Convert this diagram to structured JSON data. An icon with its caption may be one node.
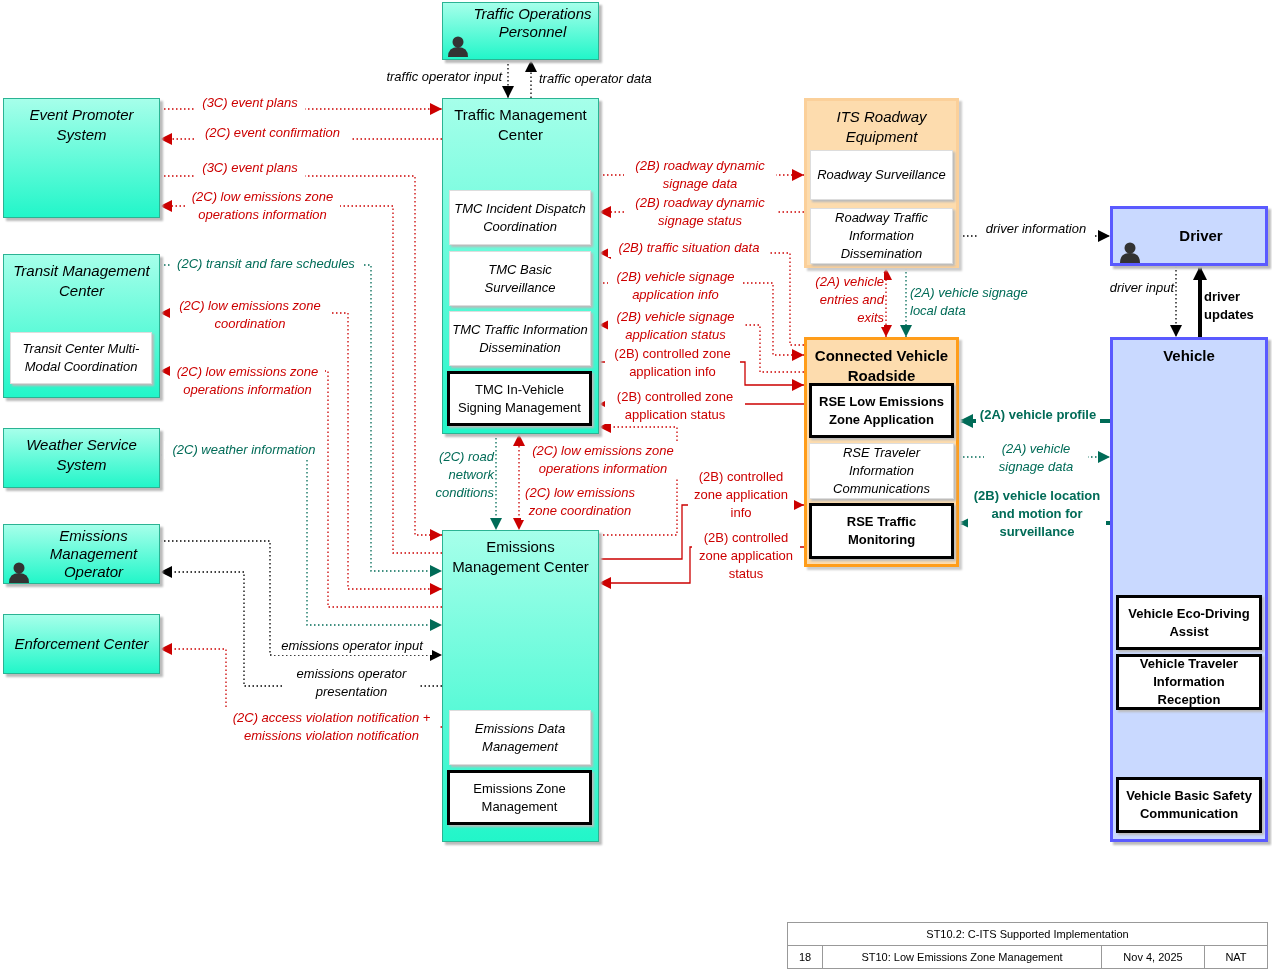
{
  "diagram": {
    "nodes": [
      {
        "text": [
          "Traffic Operations Personnel"
        ]
      },
      {
        "text": [
          "Event Promoter System"
        ]
      },
      {
        "text": [
          "Transit Management Center"
        ]
      },
      {
        "text": [
          "Transit Center Multi-Modal Coordination"
        ],
        "in": 2
      },
      {
        "text": [
          "Weather Service System"
        ]
      },
      {
        "text": [
          "Emissions Management Operator"
        ]
      },
      {
        "text": [
          "Enforcement Center"
        ]
      },
      {
        "text": [
          "Traffic Management Center"
        ]
      },
      {
        "text": [
          "TMC Incident Dispatch Coordination"
        ],
        "in": 7
      },
      {
        "text": [
          "TMC Basic Surveillance"
        ],
        "in": 7
      },
      {
        "text": [
          "TMC Traffic Information Dissemination"
        ],
        "in": 7
      },
      {
        "text": [
          "TMC In-Vehicle Signing Management"
        ],
        "in": 7
      },
      {
        "text": [
          "Emissions Management Center"
        ]
      },
      {
        "text": [
          "Emissions Data Management"
        ],
        "in": 12
      },
      {
        "text": [
          "Emissions Zone Management"
        ],
        "in": 12
      },
      {
        "text": [
          "ITS Roadway Equipment"
        ]
      },
      {
        "text": [
          "Roadway Surveillance"
        ],
        "in": 15
      },
      {
        "text": [
          "Roadway Traffic Information Dissemination"
        ],
        "in": 15
      },
      {
        "text": [
          "Connected Vehicle Roadside"
        ]
      },
      {
        "text": [
          "RSE Low Emissions Zone Application"
        ],
        "in": 18
      },
      {
        "text": [
          "RSE Traveler Information Communications"
        ],
        "in": 18
      },
      {
        "text": [
          "RSE Traffic Monitoring"
        ],
        "in": 18
      },
      {
        "text": [
          "Driver"
        ]
      },
      {
        "text": [
          "Vehicle"
        ]
      },
      {
        "text": [
          "Vehicle Eco-Driving Assist"
        ],
        "in": 23
      },
      {
        "text": [
          "Vehicle Traveler Information Reception"
        ],
        "in": 23
      },
      {
        "text": [
          "Vehicle Basic Safety Communication"
        ],
        "in": 23
      }
    ],
    "edges": [
      {
        "from": 0,
        "to": 7,
        "arrow": "to",
        "label": "traffic operator input",
        "style": "dashed",
        "color": "#000000"
      },
      {
        "from": 7,
        "to": 0,
        "arrow": "to",
        "label": "traffic operator data",
        "style": "dashed",
        "color": "#000000"
      },
      {
        "from": 1,
        "to": 7,
        "arrow": "to",
        "label": "(3C) event plans",
        "style": "dashed"
      },
      {
        "from": 7,
        "to": 1,
        "arrow": "to",
        "label": "(2C) event confirmation",
        "style": "dashed"
      },
      {
        "from": 1,
        "to": 12,
        "arrow": "to",
        "label": "(3C) event plans",
        "style": "dashed"
      },
      {
        "from": 12,
        "to": 1,
        "arrow": "to",
        "label": "(2C) low emissions zone operations information",
        "style": "dashed"
      },
      {
        "from": 2,
        "to": 12,
        "arrow": "to",
        "label": "(2C) transit and fare schedules",
        "style": "dashed",
        "color": "#006b57"
      },
      {
        "from": 2,
        "to": 12,
        "arrow": "both",
        "label": "(2C) low emissions zone coordination",
        "style": "dashed"
      },
      {
        "from": 12,
        "to": 2,
        "arrow": "to",
        "label": "(2C) low emissions zone operations information",
        "style": "dashed"
      },
      {
        "from": 4,
        "to": 12,
        "arrow": "to",
        "label": "(2C) weather information",
        "style": "dashed",
        "color": "#006b57"
      },
      {
        "from": 12,
        "to": 5,
        "arrow": "to",
        "label": "emissions operator presentation",
        "style": "dashed",
        "color": "#000000"
      },
      {
        "from": 5,
        "to": 12,
        "arrow": "to",
        "label": "emissions operator input",
        "style": "dashed",
        "color": "#000000"
      },
      {
        "from": 12,
        "to": 6,
        "arrow": "to",
        "label": "(2C) access violation notification + emissions violation notification",
        "style": "dashed"
      },
      {
        "from": 7,
        "to": 12,
        "arrow": "to",
        "label": "(2C) road network conditions",
        "style": "dashed",
        "color": "#006b57"
      },
      {
        "from": 7,
        "to": 12,
        "arrow": "both",
        "label": "(2C) low emissions zone coordination",
        "style": "dashed"
      },
      {
        "from": 12,
        "to": 7,
        "arrow": "to",
        "label": "(2C) low emissions zone operations information",
        "style": "dashed"
      },
      {
        "from": 7,
        "to": 15,
        "arrow": "to",
        "label": "(2B) roadway dynamic signage data",
        "style": "dashed"
      },
      {
        "from": 15,
        "to": 7,
        "arrow": "to",
        "label": "(2B) roadway dynamic signage status",
        "style": "dashed"
      },
      {
        "from": 18,
        "to": 7,
        "arrow": "to",
        "label": "(2B) traffic situation data",
        "style": "dashed"
      },
      {
        "from": 7,
        "to": 18,
        "arrow": "to",
        "label": "(2B) vehicle signage application info",
        "style": "dashed"
      },
      {
        "from": 18,
        "to": 7,
        "arrow": "to",
        "label": "(2B) vehicle signage application status",
        "style": "dashed"
      },
      {
        "from": 7,
        "to": 18,
        "arrow": "to",
        "label": "(2B) controlled zone application info"
      },
      {
        "from": 18,
        "to": 7,
        "arrow": "to",
        "label": "(2B) controlled zone application status"
      },
      {
        "from": 12,
        "to": 18,
        "arrow": "to",
        "label": "(2B) controlled zone application info"
      },
      {
        "from": 18,
        "to": 12,
        "arrow": "to",
        "label": "(2B) controlled zone application status"
      },
      {
        "from": 18,
        "to": 15,
        "arrow": "both",
        "label": "(2A) vehicle entries and exits",
        "style": "dashed"
      },
      {
        "from": 15,
        "to": 18,
        "arrow": "to",
        "label": "(2A) vehicle signage local data",
        "style": "dashed",
        "color": "#006b57"
      },
      {
        "from": 15,
        "to": 22,
        "arrow": "to",
        "label": "driver information",
        "style": "dashed",
        "color": "#000000"
      },
      {
        "from": 22,
        "to": 23,
        "arrow": "to",
        "label": "driver input",
        "style": "dashed",
        "color": "#000000"
      },
      {
        "from": 23,
        "to": 22,
        "arrow": "to",
        "label": "driver updates",
        "style": "thick",
        "color": "#000000"
      },
      {
        "from": 23,
        "to": 18,
        "arrow": "to",
        "label": "(2A) vehicle profile",
        "style": "thick",
        "color": "#006b57"
      },
      {
        "from": 18,
        "to": 23,
        "arrow": "to",
        "label": "(2A) vehicle signage data",
        "style": "dashed",
        "color": "#006b57"
      },
      {
        "from": 23,
        "to": 18,
        "arrow": "to",
        "label": "(2B) vehicle location and motion for surveillance",
        "style": "thick",
        "color": "#006b57"
      }
    ],
    "labels": [
      "ST10.2: C-ITS Supported Implementation",
      "18",
      "ST10: Low Emissions Zone Management",
      "Nov 4, 2025",
      "NAT"
    ]
  }
}
